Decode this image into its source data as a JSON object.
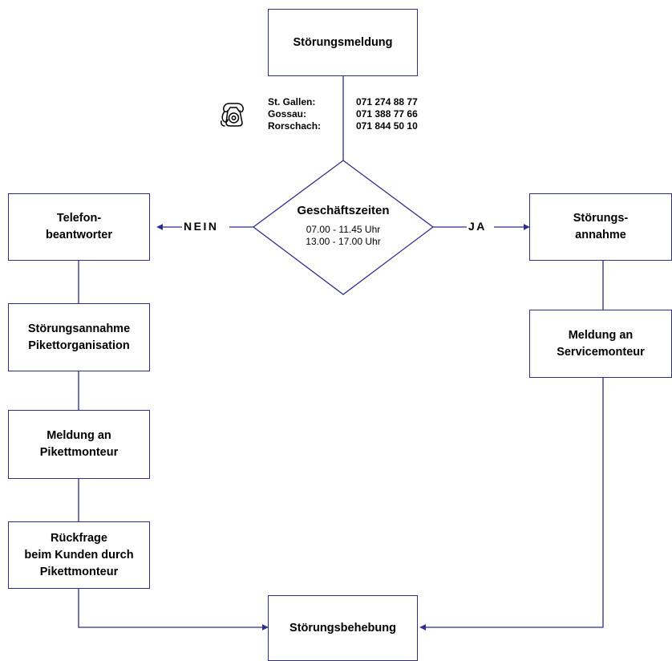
{
  "nodes": {
    "stoerungsmeldung": "Störungsmeldung",
    "telefonbeantworter": "Telefon-\nbeantworter",
    "pikett_annahme": "Störungsannahme\nPikettorganisation",
    "meldung_pikettmonteur": "Meldung an\nPikettmonteur",
    "rueckfrage": "Rückfrage\nbeim Kunden durch\nPikettmonteur",
    "stoerungsannahme": "Störungs-\nannahme",
    "meldung_servicemonteur": "Meldung an\nServicemonteur",
    "stoerungsbehebung": "Störungsbehebung"
  },
  "decision": {
    "title": "Geschäftszeiten",
    "times": [
      "07.00 - 11.45 Uhr",
      "13.00 - 17.00 Uhr"
    ]
  },
  "branches": {
    "no": "NEIN",
    "yes": "JA"
  },
  "contacts": [
    {
      "city": "St. Gallen:",
      "phone": "071 274 88 77"
    },
    {
      "city": "Gossau:",
      "phone": "071 388 77 66"
    },
    {
      "city": "Rorschach:",
      "phone": "071 844 50 10"
    }
  ],
  "icons": {
    "phone": "telephone-icon"
  },
  "colors": {
    "line": "#2e2e8e"
  }
}
